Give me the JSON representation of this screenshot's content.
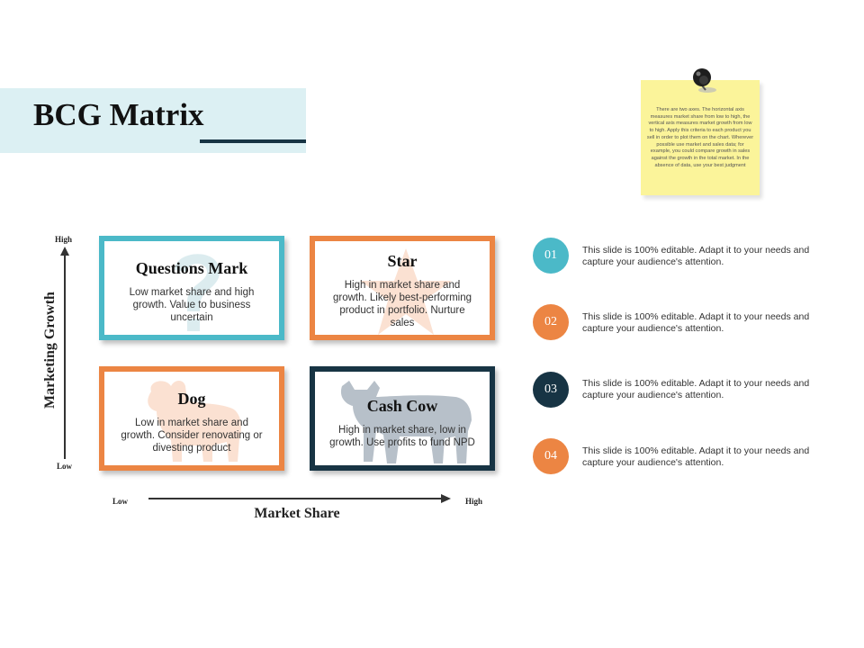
{
  "title": "BCG Matrix",
  "sticky_note": "There are two axes. The horizontal axis measures market share from low to high, the vertical axis measures market growth from low to high. Apply this criteria to each product you sell in order to plot them on the chart. Wherever possible use market and sales data; for example, you could compare growth in sales against the growth in the total market. In the absence of data, use your best judgment",
  "axes": {
    "y_title": "Marketing Growth",
    "y_high": "High",
    "y_low": "Low",
    "x_title": "Market Share",
    "x_low": "Low",
    "x_high": "High"
  },
  "quadrants": {
    "question": {
      "title": "Questions Mark",
      "text": "Low market share and high growth. Value to business uncertain",
      "color": "#4bb9c8",
      "icon": "question-mark-icon"
    },
    "star": {
      "title": "Star",
      "text": "High in market share and growth. Likely best-performing product in portfolio. Nurture sales",
      "color": "#ec8543",
      "icon": "star-icon"
    },
    "dog": {
      "title": "Dog",
      "text": "Low in market share and growth. Consider renovating or divesting product",
      "color": "#ec8543",
      "icon": "dog-icon"
    },
    "cow": {
      "title": "Cash Cow",
      "text": "High in market share, low in growth. Use profits to fund NPD",
      "color": "#173444",
      "icon": "cow-icon"
    }
  },
  "items": [
    {
      "number": "01",
      "color": "#4bb9c8",
      "text": "This slide is 100% editable. Adapt it to your needs and capture your audience's attention."
    },
    {
      "number": "02",
      "color": "#ec8543",
      "text": "This slide is 100% editable. Adapt it to your needs and capture your audience's attention."
    },
    {
      "number": "03",
      "color": "#173444",
      "text": "This slide is 100% editable. Adapt it to your needs and capture your audience's attention."
    },
    {
      "number": "04",
      "color": "#ec8543",
      "text": "This slide is 100% editable. Adapt it to your needs and capture your audience's attention."
    }
  ]
}
